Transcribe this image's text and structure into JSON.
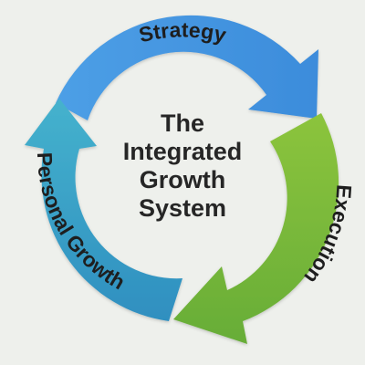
{
  "diagram": {
    "title_lines": [
      "The",
      "Integrated",
      "Growth",
      "System"
    ],
    "segments": [
      {
        "label": "Strategy",
        "color_start": "#4d9fe6",
        "color_end": "#3c8cdb"
      },
      {
        "label": "Execution",
        "color_start": "#8cc43c",
        "color_end": "#67ad38"
      },
      {
        "label": "Personal Growth",
        "color_start": "#2f8fc0",
        "color_end": "#45b2cd"
      }
    ],
    "background_color": "#eef0ec"
  }
}
